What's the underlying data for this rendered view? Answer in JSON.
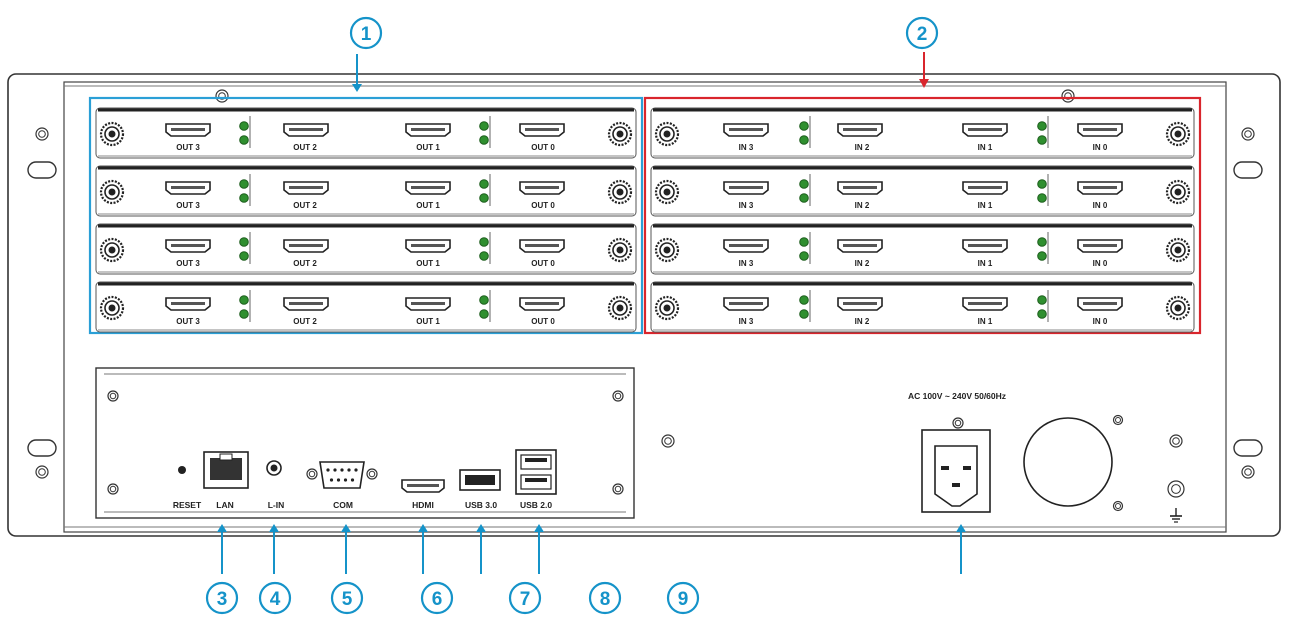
{
  "callouts": [
    "1",
    "2",
    "3",
    "4",
    "5",
    "6",
    "7",
    "8",
    "9"
  ],
  "output_labels": [
    "OUT 3",
    "OUT 2",
    "OUT 1",
    "OUT 0"
  ],
  "input_labels": [
    "IN 3",
    "IN 2",
    "IN 1",
    "IN 0"
  ],
  "ports": [
    "RESET",
    "LAN",
    "L-IN",
    "COM",
    "HDMI",
    "USB 3.0",
    "USB 2.0"
  ],
  "power_label": "AC 100V ~ 240V 50/60Hz",
  "colors": {
    "callout": "#1593c9",
    "output_frame": "#2a9fd6",
    "input_frame": "#d9252c",
    "led": "#2f8f2f",
    "line": "#333333"
  },
  "icons": {
    "ground": "ground-icon"
  }
}
